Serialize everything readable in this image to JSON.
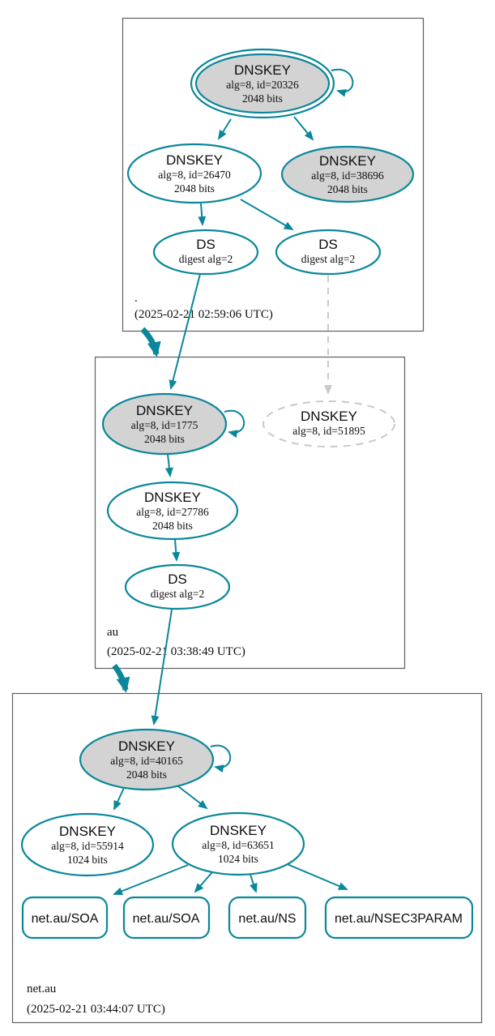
{
  "colors": {
    "secure": "#0a879a",
    "sep_fill": "#d3d3d3",
    "insecure_gray": "#c9c9c9",
    "box_border": "#5f5f5f",
    "ink": "#0d0d0d"
  },
  "zones": [
    {
      "label": ".",
      "timestamp": "(2025-02-21 02:59:06 UTC)",
      "nodes": [
        {
          "id": "dnskey-20326",
          "lines": [
            "DNSKEY",
            "alg=8, id=20326",
            "2048 bits"
          ]
        },
        {
          "id": "dnskey-26470",
          "lines": [
            "DNSKEY",
            "alg=8, id=26470",
            "2048 bits"
          ]
        },
        {
          "id": "dnskey-38696",
          "lines": [
            "DNSKEY",
            "alg=8, id=38696",
            "2048 bits"
          ]
        },
        {
          "id": "ds-1",
          "lines": [
            "DS",
            "digest alg=2"
          ]
        },
        {
          "id": "ds-2",
          "lines": [
            "DS",
            "digest alg=2"
          ]
        }
      ]
    },
    {
      "label": "au",
      "timestamp": "(2025-02-21 03:38:49 UTC)",
      "nodes": [
        {
          "id": "dnskey-1775",
          "lines": [
            "DNSKEY",
            "alg=8, id=1775",
            "2048 bits"
          ]
        },
        {
          "id": "dnskey-51895",
          "lines": [
            "DNSKEY",
            "alg=8, id=51895"
          ]
        },
        {
          "id": "dnskey-27786",
          "lines": [
            "DNSKEY",
            "alg=8, id=27786",
            "2048 bits"
          ]
        },
        {
          "id": "ds",
          "lines": [
            "DS",
            "digest alg=2"
          ]
        }
      ]
    },
    {
      "label": "net.au",
      "timestamp": "(2025-02-21 03:44:07 UTC)",
      "nodes": [
        {
          "id": "dnskey-40165",
          "lines": [
            "DNSKEY",
            "alg=8, id=40165",
            "2048 bits"
          ]
        },
        {
          "id": "dnskey-55914",
          "lines": [
            "DNSKEY",
            "alg=8, id=55914",
            "1024 bits"
          ]
        },
        {
          "id": "dnskey-63651",
          "lines": [
            "DNSKEY",
            "alg=8, id=63651",
            "1024 bits"
          ]
        },
        {
          "id": "rrset-soa-1",
          "lines": [
            "net.au/SOA"
          ]
        },
        {
          "id": "rrset-soa-2",
          "lines": [
            "net.au/SOA"
          ]
        },
        {
          "id": "rrset-ns",
          "lines": [
            "net.au/NS"
          ]
        },
        {
          "id": "rrset-nsec3param",
          "lines": [
            "net.au/NSEC3PARAM"
          ]
        }
      ]
    }
  ]
}
